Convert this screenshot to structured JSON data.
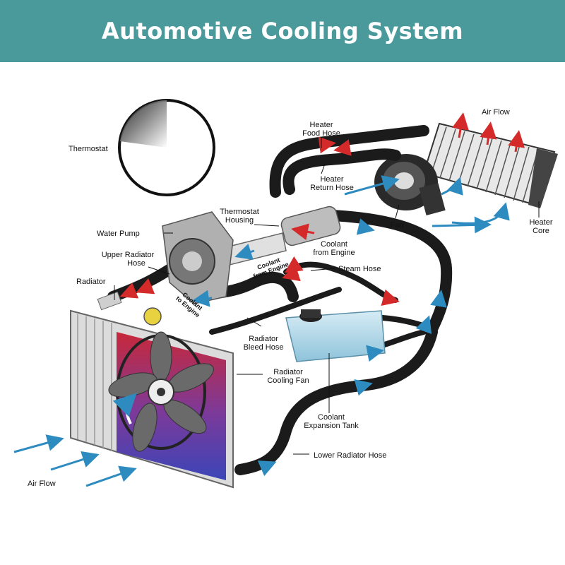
{
  "title": "Automotive Cooling System",
  "labels": {
    "thermostat": "Thermostat",
    "heater_food_hose": [
      "Heater",
      "Food Hose"
    ],
    "air_flow_top": "Air Flow",
    "heater_return_hose": [
      "Heater",
      "Return Hose"
    ],
    "thermostat_housing": [
      "Thermostat",
      "Housing"
    ],
    "fan": "Fan",
    "heater_core": [
      "Heater",
      "Core"
    ],
    "water_pump": "Water Pump",
    "coolant_from_engine": [
      "Coolant",
      "from Engine"
    ],
    "upper_radiator_hose": [
      "Upper Radiator",
      "Hose"
    ],
    "coolant_from_engine_small": [
      "Coolant",
      "from Engine"
    ],
    "steam_hose": "Steam Hose",
    "radiator": "Radiator",
    "coolant_to_engine": [
      "Coolant",
      "to Engine"
    ],
    "radiator_bleed_hose": [
      "Radiator",
      "Bleed Hose"
    ],
    "radiator_cooling_fan": [
      "Radiator",
      "Cooling Fan"
    ],
    "coolant_expansion_tank": [
      "Coolant",
      "Expansion Tank"
    ],
    "lower_radiator_hose": "Lower Radiator Hose",
    "air_flow_bottom": "Air Flow"
  },
  "colors": {
    "header": "#4a9a9c",
    "hose": "#1b1b1b",
    "hot_arrow": "#d42a2a",
    "cool_arrow": "#2e8bc0",
    "radiator_hot": "#c8283a",
    "radiator_cool": "#3b45b8",
    "tank": "#a8d4e6"
  }
}
